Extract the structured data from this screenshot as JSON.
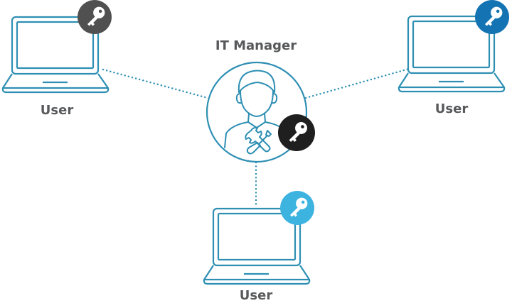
{
  "colors": {
    "line": "#2e8fb3",
    "laptop_stroke": "#2e8fb3",
    "label_text": "#58595b",
    "key_badge_gray": "#505050",
    "key_badge_blue": "#1473b3",
    "key_badge_black": "#1f1f1f",
    "key_badge_light": "#3db3e0"
  },
  "nodes": {
    "manager": {
      "label": "IT Manager",
      "icons": [
        "person-icon",
        "wrench-screwdriver-icon",
        "key-icon"
      ]
    },
    "user_left": {
      "label": "User",
      "icons": [
        "laptop-icon",
        "key-icon"
      ]
    },
    "user_right": {
      "label": "User",
      "icons": [
        "laptop-icon",
        "key-icon"
      ]
    },
    "user_bottom": {
      "label": "User",
      "icons": [
        "laptop-icon",
        "key-icon"
      ]
    }
  },
  "connections": [
    {
      "from": "manager",
      "to": "user_left",
      "style": "dotted"
    },
    {
      "from": "manager",
      "to": "user_right",
      "style": "dotted"
    },
    {
      "from": "manager",
      "to": "user_bottom",
      "style": "dotted"
    }
  ]
}
